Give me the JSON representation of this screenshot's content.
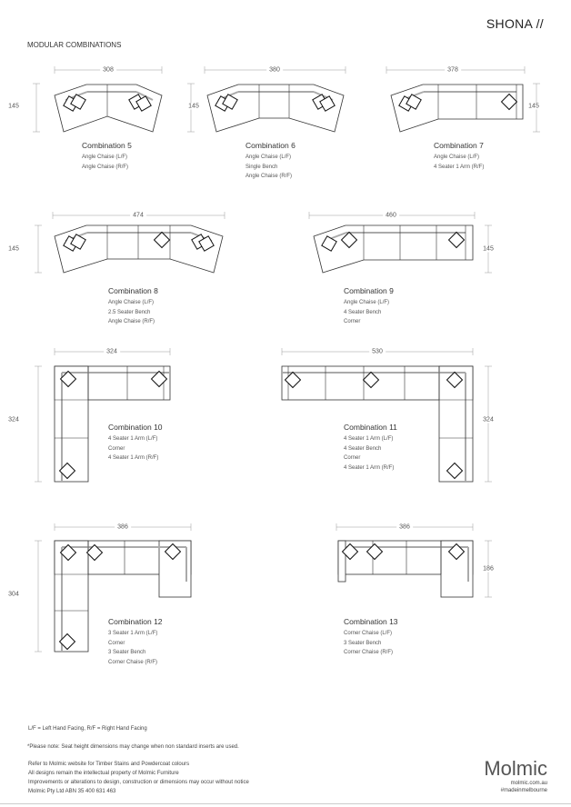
{
  "header": {
    "title": "SHONA //",
    "subtitle": "MODULAR COMBINATIONS"
  },
  "combinations": [
    {
      "title": "Combination 5",
      "items": [
        "Angle Chaise (L/F)",
        "Angle Chaise (R/F)"
      ],
      "width": "308",
      "depth": "145"
    },
    {
      "title": "Combination 6",
      "items": [
        "Angle Chaise (L/F)",
        "Single Bench",
        "Angle Chaise (R/F)"
      ],
      "width": "380",
      "depth": "145"
    },
    {
      "title": "Combination 7",
      "items": [
        "Angle Chaise (L/F)",
        "4 Seater 1 Arm (R/F)"
      ],
      "width": "378",
      "depth": "145"
    },
    {
      "title": "Combination 8",
      "items": [
        "Angle Chaise (L/F)",
        "2.5 Seater Bench",
        "Angle Chaise (R/F)"
      ],
      "width": "474",
      "depth": "145"
    },
    {
      "title": "Combination 9",
      "items": [
        "Angle Chaise (L/F)",
        "4 Seater Bench",
        "Corner"
      ],
      "width": "460",
      "depth": "145"
    },
    {
      "title": "Combination 10",
      "items": [
        "4 Seater 1 Arm (L/F)",
        "Corner",
        "4 Seater 1 Arm (R/F)"
      ],
      "width": "324",
      "depth": "324"
    },
    {
      "title": "Combination 11",
      "items": [
        "4 Seater 1 Arm (L/F)",
        "4 Seater Bench",
        "Corner",
        "4 Seater 1 Arm (R/F)"
      ],
      "width": "530",
      "depth": "324"
    },
    {
      "title": "Combination 12",
      "items": [
        "3 Seater 1 Arm (L/F)",
        "Corner",
        "3 Seater Bench",
        "Corner Chaise (R/F)"
      ],
      "width": "386",
      "depth": "304"
    },
    {
      "title": "Combination 13",
      "items": [
        "Corner Chaise (L/F)",
        "3 Seater Bench",
        "Corner Chaise (R/F)"
      ],
      "width": "386",
      "depth": "186"
    }
  ],
  "footer": {
    "legend": "L/F = Left Hand Facing, R/F = Right Hand Facing",
    "note": "*Please note: Seat height dimensions may change when non standard inserts are used.",
    "lines": [
      "Refer to Molmic website for Timber Stains and Powdercoat colours",
      "All designs remain the intellectual property of Molmic Furniture",
      "Improvements or alterations to design, construction or dimensions may occur without notice",
      "Molmic Pty Ltd ABN 35 400 631 463"
    ],
    "brand": "Molmic",
    "website": "molmic.com.au",
    "hashtag": "#madeinmelbourne"
  }
}
